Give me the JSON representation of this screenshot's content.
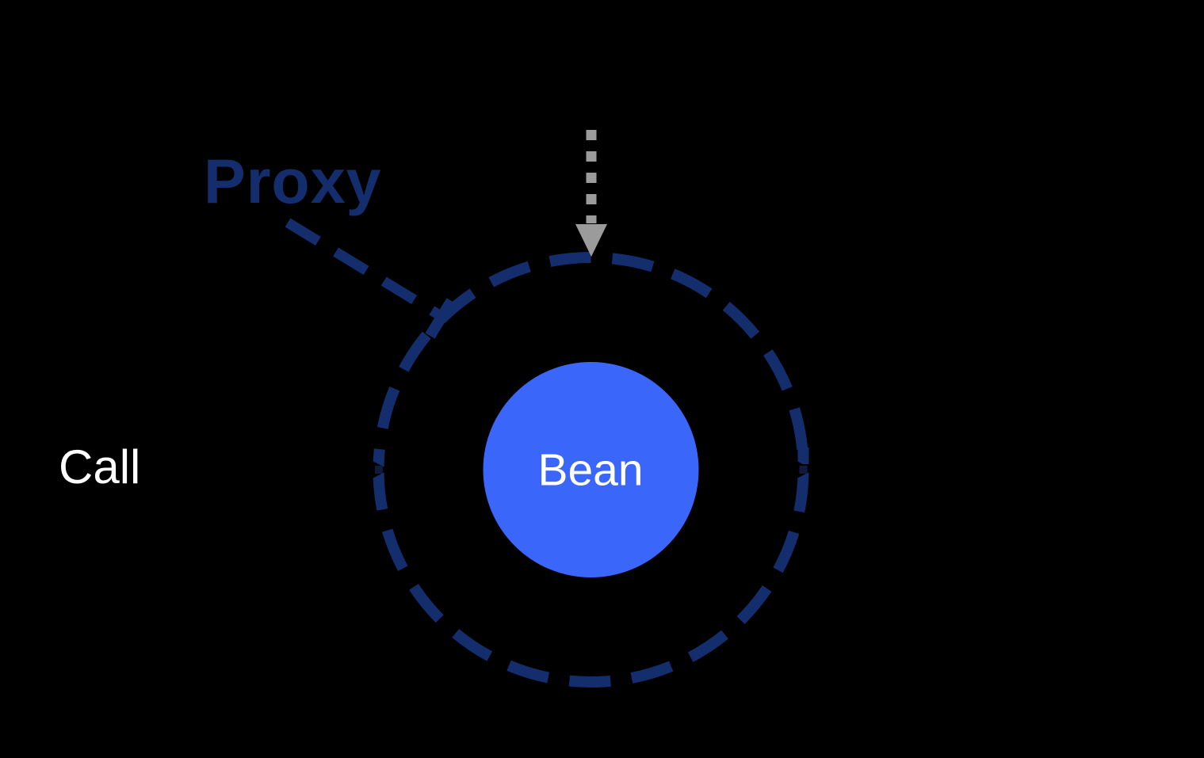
{
  "colors": {
    "background": "#000000",
    "navy": "#142E6D",
    "bean_blue": "#3B66FA",
    "arrow_gray": "#9B9B9B",
    "label_white": "#FFFFFF",
    "occluded_arrowhead": "#0E1B3C"
  },
  "labels": {
    "proxy": "Proxy",
    "call": "Call",
    "bean": "Bean"
  }
}
